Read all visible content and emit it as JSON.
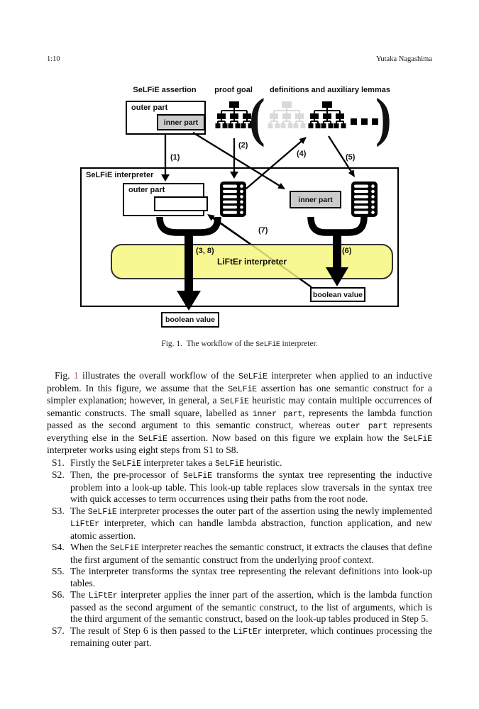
{
  "page": {
    "header_left": "1:10",
    "header_right": "Yutaka Nagashima"
  },
  "colors": {
    "ref": "#b25e7f",
    "lifter_fill": "rgba(246,246,122,0.82)",
    "gray_fill": "#cbcbcb",
    "tree_gray": "#d9d9d9"
  },
  "figure": {
    "col_labels": {
      "assertion": "SeLFiE assertion",
      "proof_goal": "proof goal",
      "definitions": "definitions and auxiliary lemmas"
    },
    "assertion_box": {
      "outer": "outer part",
      "inner": "inner part"
    },
    "interpreter": {
      "title": "SeLFiE interpreter",
      "outer": "outer part",
      "inner": "inner part",
      "boolean_right": "boolean value"
    },
    "lifter_title": "LiFtEr interpreter",
    "boolean_bottom": "boolean value",
    "parens": {
      "open": "(",
      "close": ")"
    },
    "ellipsis": "...",
    "arrow_labels": {
      "a1": "(1)",
      "a2": "(2)",
      "a38": "(3, 8)",
      "a4": "(4)",
      "a5": "(5)",
      "a6": "(6)",
      "a7": "(7)"
    },
    "caption": [
      [
        "p",
        "Fig. 1.  The workflow of the "
      ],
      [
        "m",
        "SeLFiE"
      ],
      [
        "p",
        " interpreter."
      ]
    ]
  },
  "body": {
    "paragraph": [
      [
        "p",
        "Fig. "
      ],
      [
        "r",
        "1"
      ],
      [
        "p",
        " illustrates the overall workflow of the "
      ],
      [
        "m",
        "SeLFiE"
      ],
      [
        "p",
        " interpreter when applied to an inductive problem. In this figure, we assume that the "
      ],
      [
        "m",
        "SeLFiE"
      ],
      [
        "p",
        " assertion has one semantic construct for a simpler explanation; however, in general, a "
      ],
      [
        "m",
        "SeLFiE"
      ],
      [
        "p",
        " heuristic may contain multiple occurrences of semantic constructs. The small square, labelled as "
      ],
      [
        "m",
        "inner part"
      ],
      [
        "p",
        ", represents the lambda function passed as the second argument to this semantic construct, whereas "
      ],
      [
        "m",
        "outer part"
      ],
      [
        "p",
        " represents everything else in the "
      ],
      [
        "m",
        "SeLFiE"
      ],
      [
        "p",
        " assertion. Now based on this figure we explain how the "
      ],
      [
        "m",
        "SeLFiE"
      ],
      [
        "p",
        " interpreter works using eight steps from S1 to S8."
      ]
    ],
    "steps": [
      {
        "label": "S1.",
        "segments": [
          [
            "p",
            "Firstly the "
          ],
          [
            "m",
            "SeLFiE"
          ],
          [
            "p",
            " interpreter takes a "
          ],
          [
            "m",
            "SeLFiE"
          ],
          [
            "p",
            " heuristic."
          ]
        ]
      },
      {
        "label": "S2.",
        "segments": [
          [
            "p",
            "Then, the pre-processor of "
          ],
          [
            "m",
            "SeLFiE"
          ],
          [
            "p",
            " transforms the syntax tree representing the inductive problem into a look-up table. This look-up table replaces slow traversals in the syntax tree with quick accesses to term occurrences using their paths from the root node."
          ]
        ]
      },
      {
        "label": "S3.",
        "segments": [
          [
            "p",
            "The "
          ],
          [
            "m",
            "SeLFiE"
          ],
          [
            "p",
            " interpreter processes the outer part of the assertion using the newly implemented "
          ],
          [
            "m",
            "LiFtEr"
          ],
          [
            "p",
            " interpreter, which can handle lambda abstraction, function application, and new atomic assertion."
          ]
        ]
      },
      {
        "label": "S4.",
        "segments": [
          [
            "p",
            "When the "
          ],
          [
            "m",
            "SeLFiE"
          ],
          [
            "p",
            " interpreter reaches the semantic construct, it extracts the clauses that define the first argument of the semantic construct from the underlying proof context."
          ]
        ]
      },
      {
        "label": "S5.",
        "segments": [
          [
            "p",
            "The interpreter transforms the syntax tree representing the relevant definitions into look-up tables."
          ]
        ]
      },
      {
        "label": "S6.",
        "segments": [
          [
            "p",
            "The "
          ],
          [
            "m",
            "LiFtEr"
          ],
          [
            "p",
            " interpreter applies the inner part of the assertion, which is the lambda function passed as the second argument of the semantic construct, to the list of arguments, which is the third argument of the semantic construct, based on the look-up tables produced in Step 5."
          ]
        ]
      },
      {
        "label": "S7.",
        "segments": [
          [
            "p",
            "The result of Step 6 is then passed to the "
          ],
          [
            "m",
            "LiFtEr"
          ],
          [
            "p",
            " interpreter, which continues processing the remaining outer part."
          ]
        ]
      }
    ]
  }
}
